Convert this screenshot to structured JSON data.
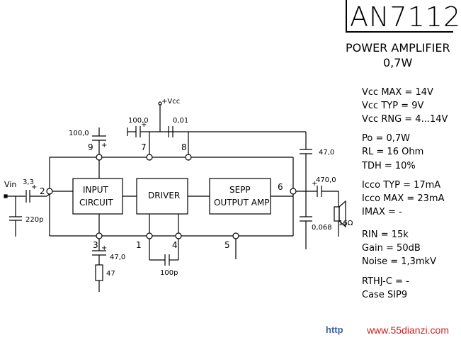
{
  "title": "AN7112",
  "subtitle_line1": "POWER AMPLIFIER",
  "subtitle_line2": "0,7W",
  "specs": {
    "vcc_max": "Vcc MAX = 14V",
    "vcc_typ": "Vcc TYP = 9V",
    "vcc_rng": "Vcc RNG = 4...14V",
    "po": "Po = 0,7W",
    "rl": "RL = 16 Ohm",
    "tdh": "TDH = 10%",
    "icco_typ": "Icco TYP = 17mA",
    "icco_max": "Icco MAX = 23mA",
    "imax": "IMAX = -",
    "rin": "RIN = 15k",
    "gain": "Gain = 50dB",
    "noise": "Noise = 1,3mkV",
    "rthj": "RTHJ-C = -",
    "case": "Case  SIP9"
  },
  "blocks": {
    "input": [
      "INPUT",
      "CIRCUIT"
    ],
    "driver": "DRIVER",
    "sepp": [
      "SEPP",
      "OUTPUT AMP"
    ]
  },
  "pins": {
    "p1": "1",
    "p2": "2",
    "p3": "3",
    "p4": "4",
    "p5": "5",
    "p6": "6",
    "p7": "7",
    "p8": "8",
    "p9": "9"
  },
  "components": {
    "vcc": "+Vcc",
    "vin": "Vin",
    "c_in": "3,3",
    "c_in_gnd": "220p",
    "c_pin9": "100,0",
    "c_pin7": "100,0",
    "c_pin8": "0,01",
    "c_boot": "47,0",
    "c_out": "470,0",
    "c_snub": "0,068",
    "c_pin3": "47,0",
    "r_pin3": "47",
    "c_pin14": "100p",
    "speaker": "16Ω"
  },
  "watermark_left": "http",
  "watermark": "www.55dianzi.com",
  "colors": {
    "ink": "#000000",
    "watermark": "#d02020"
  }
}
